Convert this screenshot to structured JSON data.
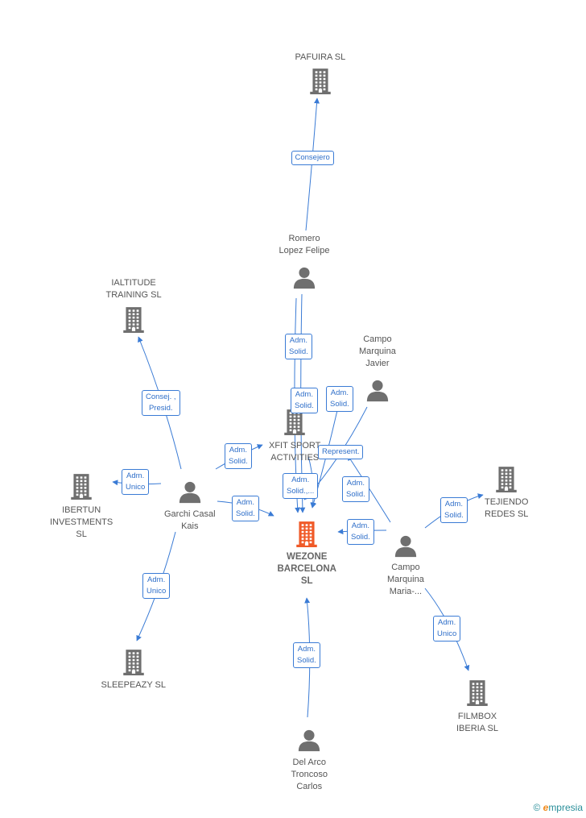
{
  "colors": {
    "edge": "#3a7bd5",
    "company": "#6f6f6f",
    "main_company": "#f05a28",
    "person": "#6f6f6f"
  },
  "nodes": {
    "pafuira": {
      "label": "PAFUIRA SL",
      "type": "company"
    },
    "romero": {
      "label": "Romero\nLopez Felipe",
      "type": "person"
    },
    "ialtitude": {
      "label": "IALTITUDE\nTRAINING SL",
      "type": "company"
    },
    "campo_javier": {
      "label": "Campo\nMarquina\nJavier",
      "type": "person"
    },
    "xfit": {
      "label": "XFIT SPORT\nACTIVITIES",
      "type": "company"
    },
    "ibertun": {
      "label": "IBERTUN\nINVESTMENTS\nSL",
      "type": "company"
    },
    "garchi": {
      "label": "Garchi Casal\nKais",
      "type": "person"
    },
    "wezone": {
      "label": "WEZONE\nBARCELONA\nSL",
      "type": "main_company"
    },
    "tejiendo": {
      "label": "TEJIENDO\nREDES SL",
      "type": "company"
    },
    "campo_maria": {
      "label": "Campo\nMarquina\nMaria-...",
      "type": "person"
    },
    "sleepeazy": {
      "label": "SLEEPEAZY SL",
      "type": "company"
    },
    "filmbox": {
      "label": "FILMBOX\nIBERIA SL",
      "type": "company"
    },
    "delarco": {
      "label": "Del Arco\nTroncoso\nCarlos",
      "type": "person"
    }
  },
  "edges": [
    {
      "label": "Consejero"
    },
    {
      "label": "Adm.\nSolid."
    },
    {
      "label": "Adm.\nSolid."
    },
    {
      "label": "Adm.\nSolid."
    },
    {
      "label": "Represent."
    },
    {
      "label": "Adm.\nSolid.,..."
    },
    {
      "label": "Adm.\nSolid."
    },
    {
      "label": "Consej. ,\nPresid."
    },
    {
      "label": "Adm.\nSolid."
    },
    {
      "label": "Adm.\nUnico"
    },
    {
      "label": "Adm.\nSolid."
    },
    {
      "label": "Adm.\nUnico"
    },
    {
      "label": "Adm.\nSolid."
    },
    {
      "label": "Adm.\nSolid."
    },
    {
      "label": "Adm.\nUnico"
    },
    {
      "label": "Adm.\nSolid."
    }
  ],
  "footer": {
    "copyright": "©",
    "brand_initial": "e",
    "brand_rest": "mpresia"
  }
}
